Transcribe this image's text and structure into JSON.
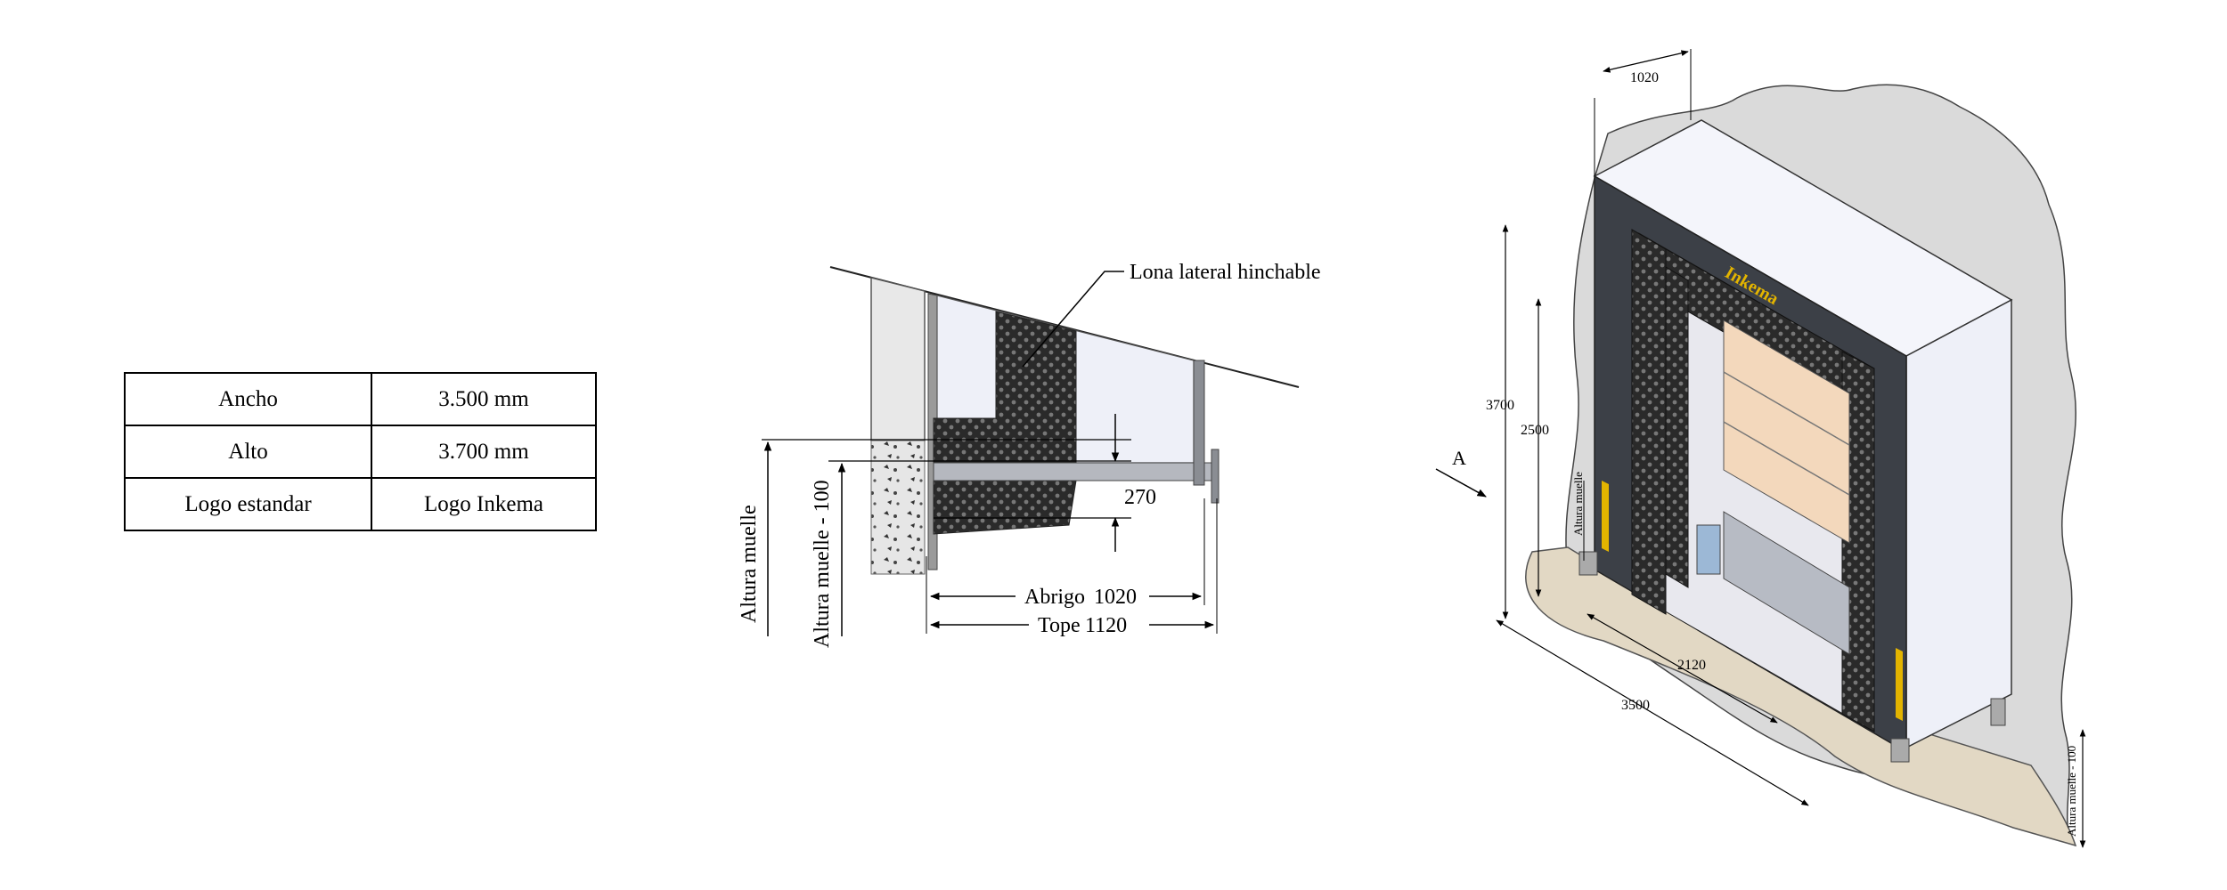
{
  "spec_table": {
    "rows": [
      {
        "label": "Ancho",
        "value": "3.500 mm"
      },
      {
        "label": "Alto",
        "value": "3.700 mm"
      },
      {
        "label": "Logo estandar",
        "value": "Logo Inkema"
      }
    ]
  },
  "section_view": {
    "callout": "Lona lateral hinchable",
    "dim_270": "270",
    "abrigo_label": "Abrigo",
    "abrigo_value": "1020",
    "tope_label": "Tope",
    "tope_value": "1120",
    "altura_muelle": "Altura muelle",
    "altura_muelle_100": "Altura muelle - 100"
  },
  "iso_view": {
    "brand_logo": "Inkema",
    "dim_1020": "1020",
    "dim_3700": "3700",
    "dim_2500": "2500",
    "dim_2120": "2120",
    "dim_3500": "3500",
    "view_marker": "A",
    "altura_muelle": "Altura muelle",
    "altura_muelle_100": "Altura muelle - 100"
  },
  "colors": {
    "frame_dark": "#3c4047",
    "wall_gray": "#d8d8d8",
    "floor_tan": "#e2d8c4",
    "panel_peach": "#f3d8bc",
    "bag_dark": "#2a2a2a",
    "side_panel": "#eef0f8",
    "yellow_stripe": "#e3b400"
  }
}
